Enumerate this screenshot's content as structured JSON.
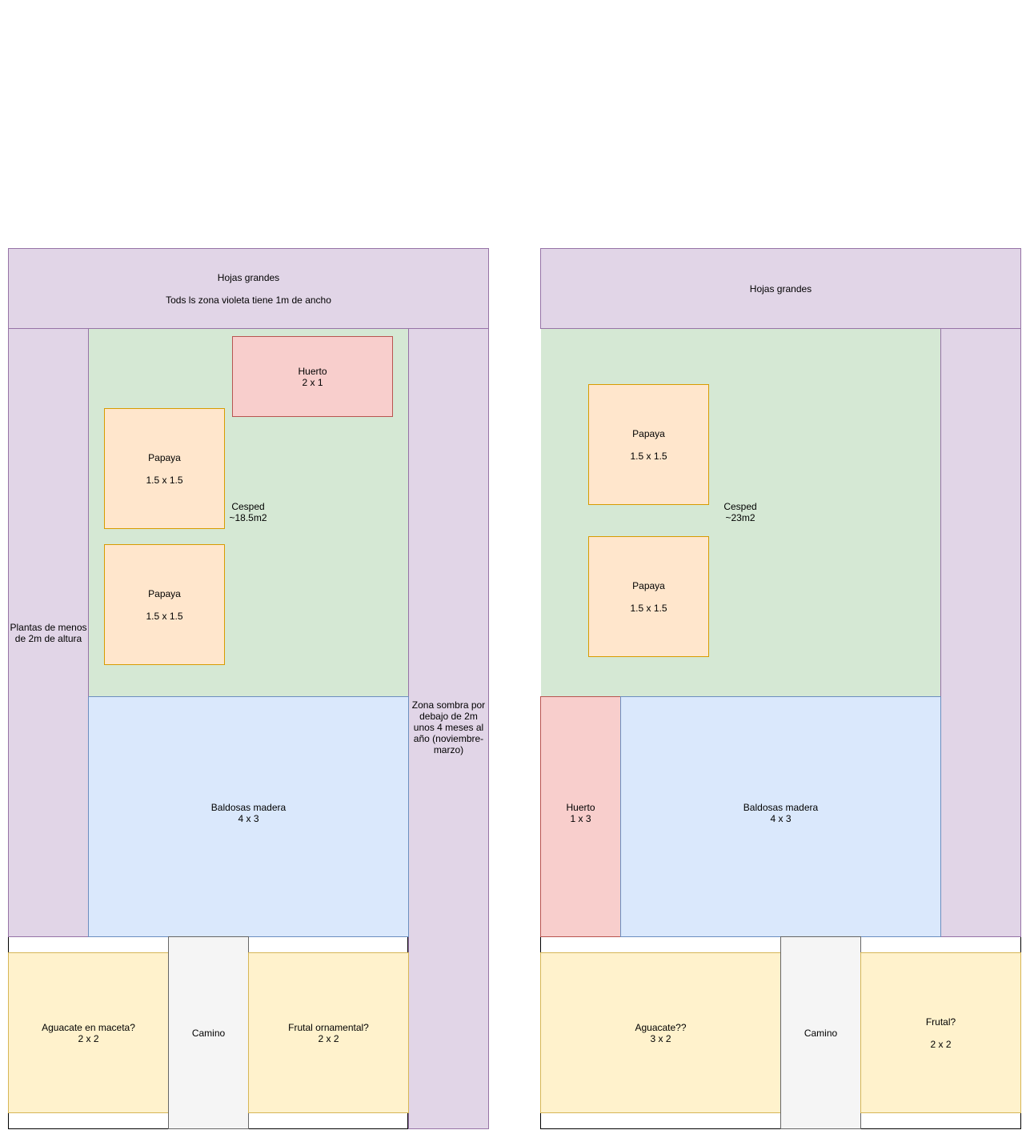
{
  "left": {
    "top_band": {
      "line1": "Hojas grandes",
      "line2": "Tods ls zona violeta tiene 1m de ancho"
    },
    "left_band": {
      "line1": "Plantas de menos",
      "line2": "de 2m de altura"
    },
    "right_band": {
      "line1": "Zona sombra por",
      "line2": "debajo de 2m",
      "line3": "unos 4 meses al",
      "line4": "año (noviembre-",
      "line5": "marzo)"
    },
    "huerto": {
      "name": "Huerto",
      "size": "2 x 1"
    },
    "papaya1": {
      "name": "Papaya",
      "size": "1.5 x 1.5"
    },
    "papaya2": {
      "name": "Papaya",
      "size": "1.5 x 1.5"
    },
    "cesped": {
      "name": "Cesped",
      "area": "~18.5m2"
    },
    "baldosas": {
      "name": "Baldosas madera",
      "size": "4 x 3"
    },
    "aguacate": {
      "name": "Aguacate en maceta?",
      "size": "2 x 2"
    },
    "camino": {
      "name": "Camino"
    },
    "frutal": {
      "name": "Frutal ornamental?",
      "size": "2 x 2"
    }
  },
  "right": {
    "top_band": {
      "line1": "Hojas grandes"
    },
    "papaya1": {
      "name": "Papaya",
      "size": "1.5 x 1.5"
    },
    "papaya2": {
      "name": "Papaya",
      "size": "1.5 x 1.5"
    },
    "cesped": {
      "name": "Cesped",
      "area": "~23m2"
    },
    "huerto": {
      "name": "Huerto",
      "size": "1 x 3"
    },
    "baldosas": {
      "name": "Baldosas madera",
      "size": "4 x 3"
    },
    "aguacate": {
      "name": "Aguacate??",
      "size": "3 x 2"
    },
    "camino": {
      "name": "Camino"
    },
    "frutal": {
      "name": "Frutal?",
      "size": "2 x 2"
    }
  },
  "colors": {
    "violet_fill": "#e1d5e7",
    "violet_stroke": "#9673a6",
    "green_fill": "#d5e8d4",
    "red_fill": "#f8cecc",
    "orange_fill": "#ffe6cc",
    "blue_fill": "#dae8fc",
    "yellow_fill": "#fff2cc",
    "grey_fill": "#f5f5f5"
  }
}
